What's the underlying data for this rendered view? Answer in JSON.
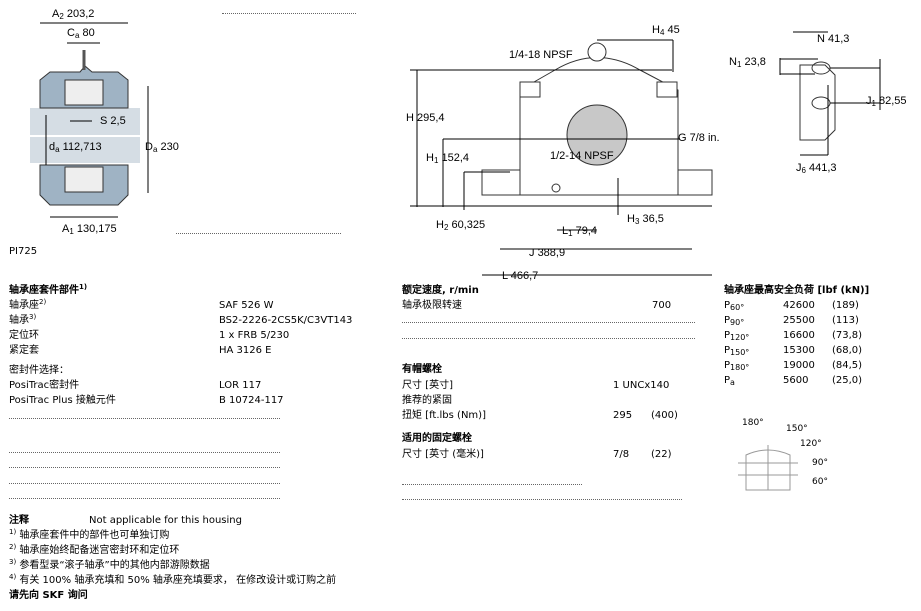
{
  "drawing_left": {
    "A2": "203,2",
    "Ca": "80",
    "S": "2,5",
    "da": "112,713",
    "Da": "230",
    "A1": "130,175",
    "code": "PI725"
  },
  "drawing_mid": {
    "H4": "45",
    "npsf_top": "1/4-18 NPSF",
    "H": "295,4",
    "G": "7/8 in.",
    "H1": "152,4",
    "npsf_bottom": "1/2-14 NPSF",
    "H2": "60,325",
    "L1": "79,4",
    "H3": "36,5",
    "J": "388,9",
    "L": "466,7"
  },
  "drawing_right": {
    "N": "41,3",
    "N1": "23,8",
    "J1": "82,55",
    "J6": "441,3"
  },
  "kit": {
    "title": "轴承座套件部件",
    "title_sup": "1)",
    "rows": [
      {
        "label": "轴承座",
        "sup": "2)",
        "value": "SAF 526 W"
      },
      {
        "label": "轴承",
        "sup": "3)",
        "value": "BS2-2226-2CS5K/C3VT143"
      },
      {
        "label": "定位环",
        "sup": "",
        "value": "1 x FRB 5/230"
      },
      {
        "label": "紧定套",
        "sup": "",
        "value": "HA 3126 E"
      }
    ],
    "seal_title": "密封件选择：",
    "seals": [
      {
        "label": "PosiTrac密封件",
        "value": "LOR 117"
      },
      {
        "label": "PosiTrac Plus 接触元件",
        "value": "B 10724-117"
      }
    ]
  },
  "speed": {
    "title": "额定速度, r/min",
    "label": "轴承极限转速",
    "value": "700"
  },
  "cap_bolts": {
    "title": "有帽螺栓",
    "size_label": "尺寸 [英寸]",
    "size_value": "1 UNCx140",
    "rec_label": "推荐的紧固",
    "torque_label": "扭矩 [ft.lbs (Nm)]",
    "torque_value": "295",
    "torque_nm": "(400)"
  },
  "attach_bolts": {
    "title": "适用的固定螺栓",
    "size_label": "尺寸 [英寸 (毫米)]",
    "size_value": "7/8",
    "size_mm": "(22)"
  },
  "loads": {
    "title": "轴承座最高安全负荷 [lbf (kN)]",
    "rows": [
      {
        "p": "P",
        "sub": "60°",
        "lbf": "42600",
        "kn": "(189)"
      },
      {
        "p": "P",
        "sub": "90°",
        "lbf": "25500",
        "kn": "(113)"
      },
      {
        "p": "P",
        "sub": "120°",
        "lbf": "16600",
        "kn": "(73,8)"
      },
      {
        "p": "P",
        "sub": "150°",
        "lbf": "15300",
        "kn": "(68,0)"
      },
      {
        "p": "P",
        "sub": "180°",
        "lbf": "19000",
        "kn": "(84,5)"
      },
      {
        "p": "P",
        "sub": "a",
        "lbf": "5600",
        "kn": "(25,0)"
      }
    ],
    "angles": [
      "180°",
      "150°",
      "120°",
      "90°",
      "60°"
    ]
  },
  "notes": {
    "title": "注释",
    "na": "Not applicable for this housing",
    "items": [
      {
        "sup": "1)",
        "text": "轴承座套件中的部件也可单独订购"
      },
      {
        "sup": "2)",
        "text": "轴承座始终配备迷宫密封环和定位环"
      },
      {
        "sup": "3)",
        "text": "参看型录“滚子轴承”中的其他内部游隙数据"
      },
      {
        "sup": "4)",
        "text": "有关 100% 轴承充填和 50% 轴承座充填要求， 在修改设计或订购之前"
      }
    ],
    "last": "请先向 SKF 询问"
  }
}
